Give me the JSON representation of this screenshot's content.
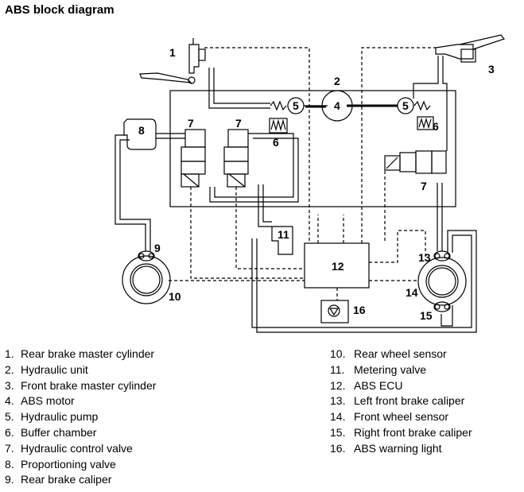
{
  "title": "ABS block diagram",
  "callouts": [
    "1",
    "2",
    "3",
    "4",
    "5",
    "5",
    "6",
    "6",
    "7",
    "7",
    "7",
    "8",
    "9",
    "10",
    "11",
    "12",
    "13",
    "14",
    "15",
    "16"
  ],
  "legend_left": [
    {
      "num": "1.",
      "text": "Rear brake master cylinder"
    },
    {
      "num": "2.",
      "text": "Hydraulic unit"
    },
    {
      "num": "3.",
      "text": "Front brake master cylinder"
    },
    {
      "num": "4.",
      "text": "ABS motor"
    },
    {
      "num": "5.",
      "text": "Hydraulic pump"
    },
    {
      "num": "6.",
      "text": "Buffer chamber"
    },
    {
      "num": "7.",
      "text": "Hydraulic control valve"
    },
    {
      "num": "8.",
      "text": "Proportioning valve"
    },
    {
      "num": "9.",
      "text": "Rear brake caliper"
    }
  ],
  "legend_right": [
    {
      "num": "10.",
      "text": "Rear wheel sensor"
    },
    {
      "num": "11.",
      "text": "Metering valve"
    },
    {
      "num": "12.",
      "text": "ABS ECU"
    },
    {
      "num": "13.",
      "text": "Left front brake caliper"
    },
    {
      "num": "14.",
      "text": "Front wheel sensor"
    },
    {
      "num": "15.",
      "text": "Right front brake caliper"
    },
    {
      "num": "16.",
      "text": "ABS warning light"
    }
  ]
}
